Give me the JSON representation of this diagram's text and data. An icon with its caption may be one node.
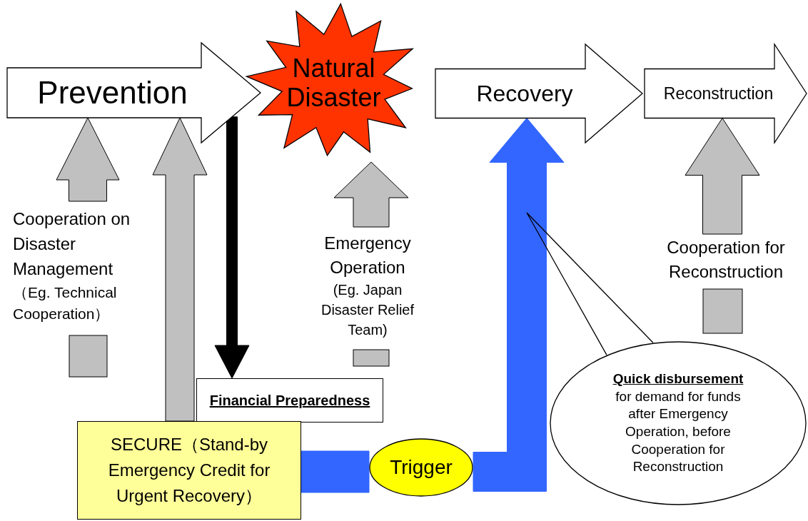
{
  "diagram": {
    "nodes": [
      {
        "text": [
          "Prevention"
        ]
      },
      {
        "text": [
          "Natural Disaster"
        ]
      },
      {
        "text": [
          "Recovery"
        ]
      },
      {
        "text": [
          "Reconstruction"
        ]
      },
      {
        "text": [
          "Cooperation on Disaster Management",
          "（Eg. Technical Cooperation）"
        ]
      },
      {
        "text": [
          "Emergency Operation",
          "(Eg. Japan Disaster Relief Team)"
        ]
      },
      {
        "text": [
          "Cooperation for Reconstruction"
        ]
      },
      {
        "text": [
          "Financial Preparedness"
        ]
      },
      {
        "text": [
          "SECURE（Stand-by Emergency Credit for Urgent Recovery）"
        ]
      },
      {
        "text": [
          "Trigger"
        ]
      },
      {
        "text": [
          "Quick disbursement",
          "for demand for funds after Emergency Operation, before Cooperation for Reconstruction"
        ]
      }
    ],
    "edges": [
      {
        "from": 4,
        "to": 0,
        "arrow": "to",
        "style": "thick"
      },
      {
        "from": 8,
        "to": 0,
        "arrow": "to",
        "style": "thick"
      },
      {
        "from": 0,
        "to": 7,
        "arrow": "to",
        "style": "thick",
        "color": "#000000"
      },
      {
        "from": 5,
        "to": 1,
        "arrow": "to",
        "style": "thick"
      },
      {
        "from": 6,
        "to": 3,
        "arrow": "to",
        "style": "thick"
      },
      {
        "from": 8,
        "to": 9,
        "arrow": "none",
        "style": "thick",
        "color": "#3366ff"
      },
      {
        "from": 9,
        "to": 2,
        "arrow": "to",
        "style": "thick",
        "color": "#3366ff"
      },
      {
        "from": 10,
        "to": null,
        "arrow": "none"
      }
    ]
  }
}
